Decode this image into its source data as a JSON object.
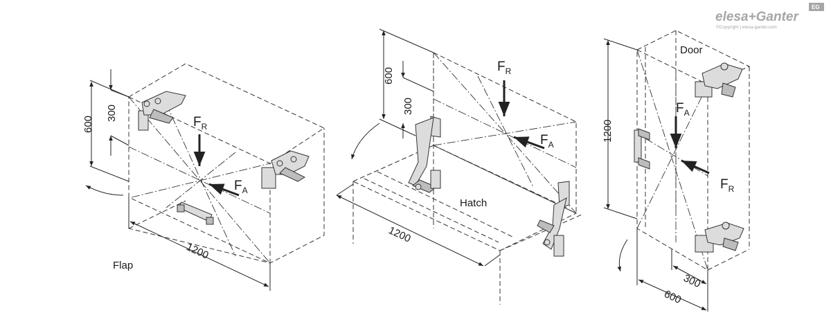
{
  "brand": {
    "logo_text": "elesa+Ganter",
    "badge_text": "EG",
    "copyright": "©Copyright | elesa-ganter.com"
  },
  "flap": {
    "name": "Flap",
    "height_total": "600",
    "height_half": "300",
    "width": "1200",
    "force_radial": "F",
    "force_radial_sub": "R",
    "force_axial": "F",
    "force_axial_sub": "A"
  },
  "hatch": {
    "name": "Hatch",
    "height_total": "600",
    "height_half": "300",
    "width": "1200",
    "force_radial": "F",
    "force_radial_sub": "R",
    "force_axial": "F",
    "force_axial_sub": "A"
  },
  "door": {
    "name": "Door",
    "height_total": "1200",
    "width_half": "300",
    "width": "600",
    "force_radial": "F",
    "force_radial_sub": "R",
    "force_axial": "F",
    "force_axial_sub": "A"
  },
  "colors": {
    "line": "#333333",
    "hardware_fill": "#dcdcdc",
    "logo_gray": "#a6a6a6"
  }
}
